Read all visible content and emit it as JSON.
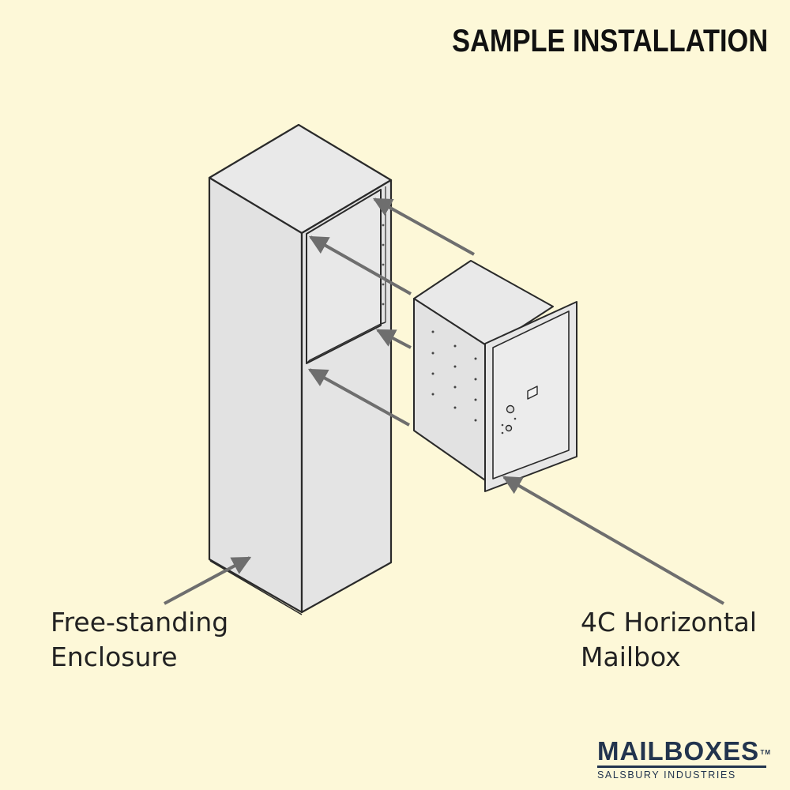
{
  "title": "SAMPLE INSTALLATION",
  "labels": {
    "enclosure": [
      "Free-standing",
      "Enclosure"
    ],
    "mailbox": [
      "4C Horizontal",
      "Mailbox"
    ]
  },
  "logo": {
    "main": "MAILBOXES",
    "tm": "TM",
    "sub": "SALSBURY INDUSTRIES"
  },
  "colors": {
    "background": "#fdf8d8",
    "arrow": "#6e6e6e",
    "brand": "#22344e"
  }
}
